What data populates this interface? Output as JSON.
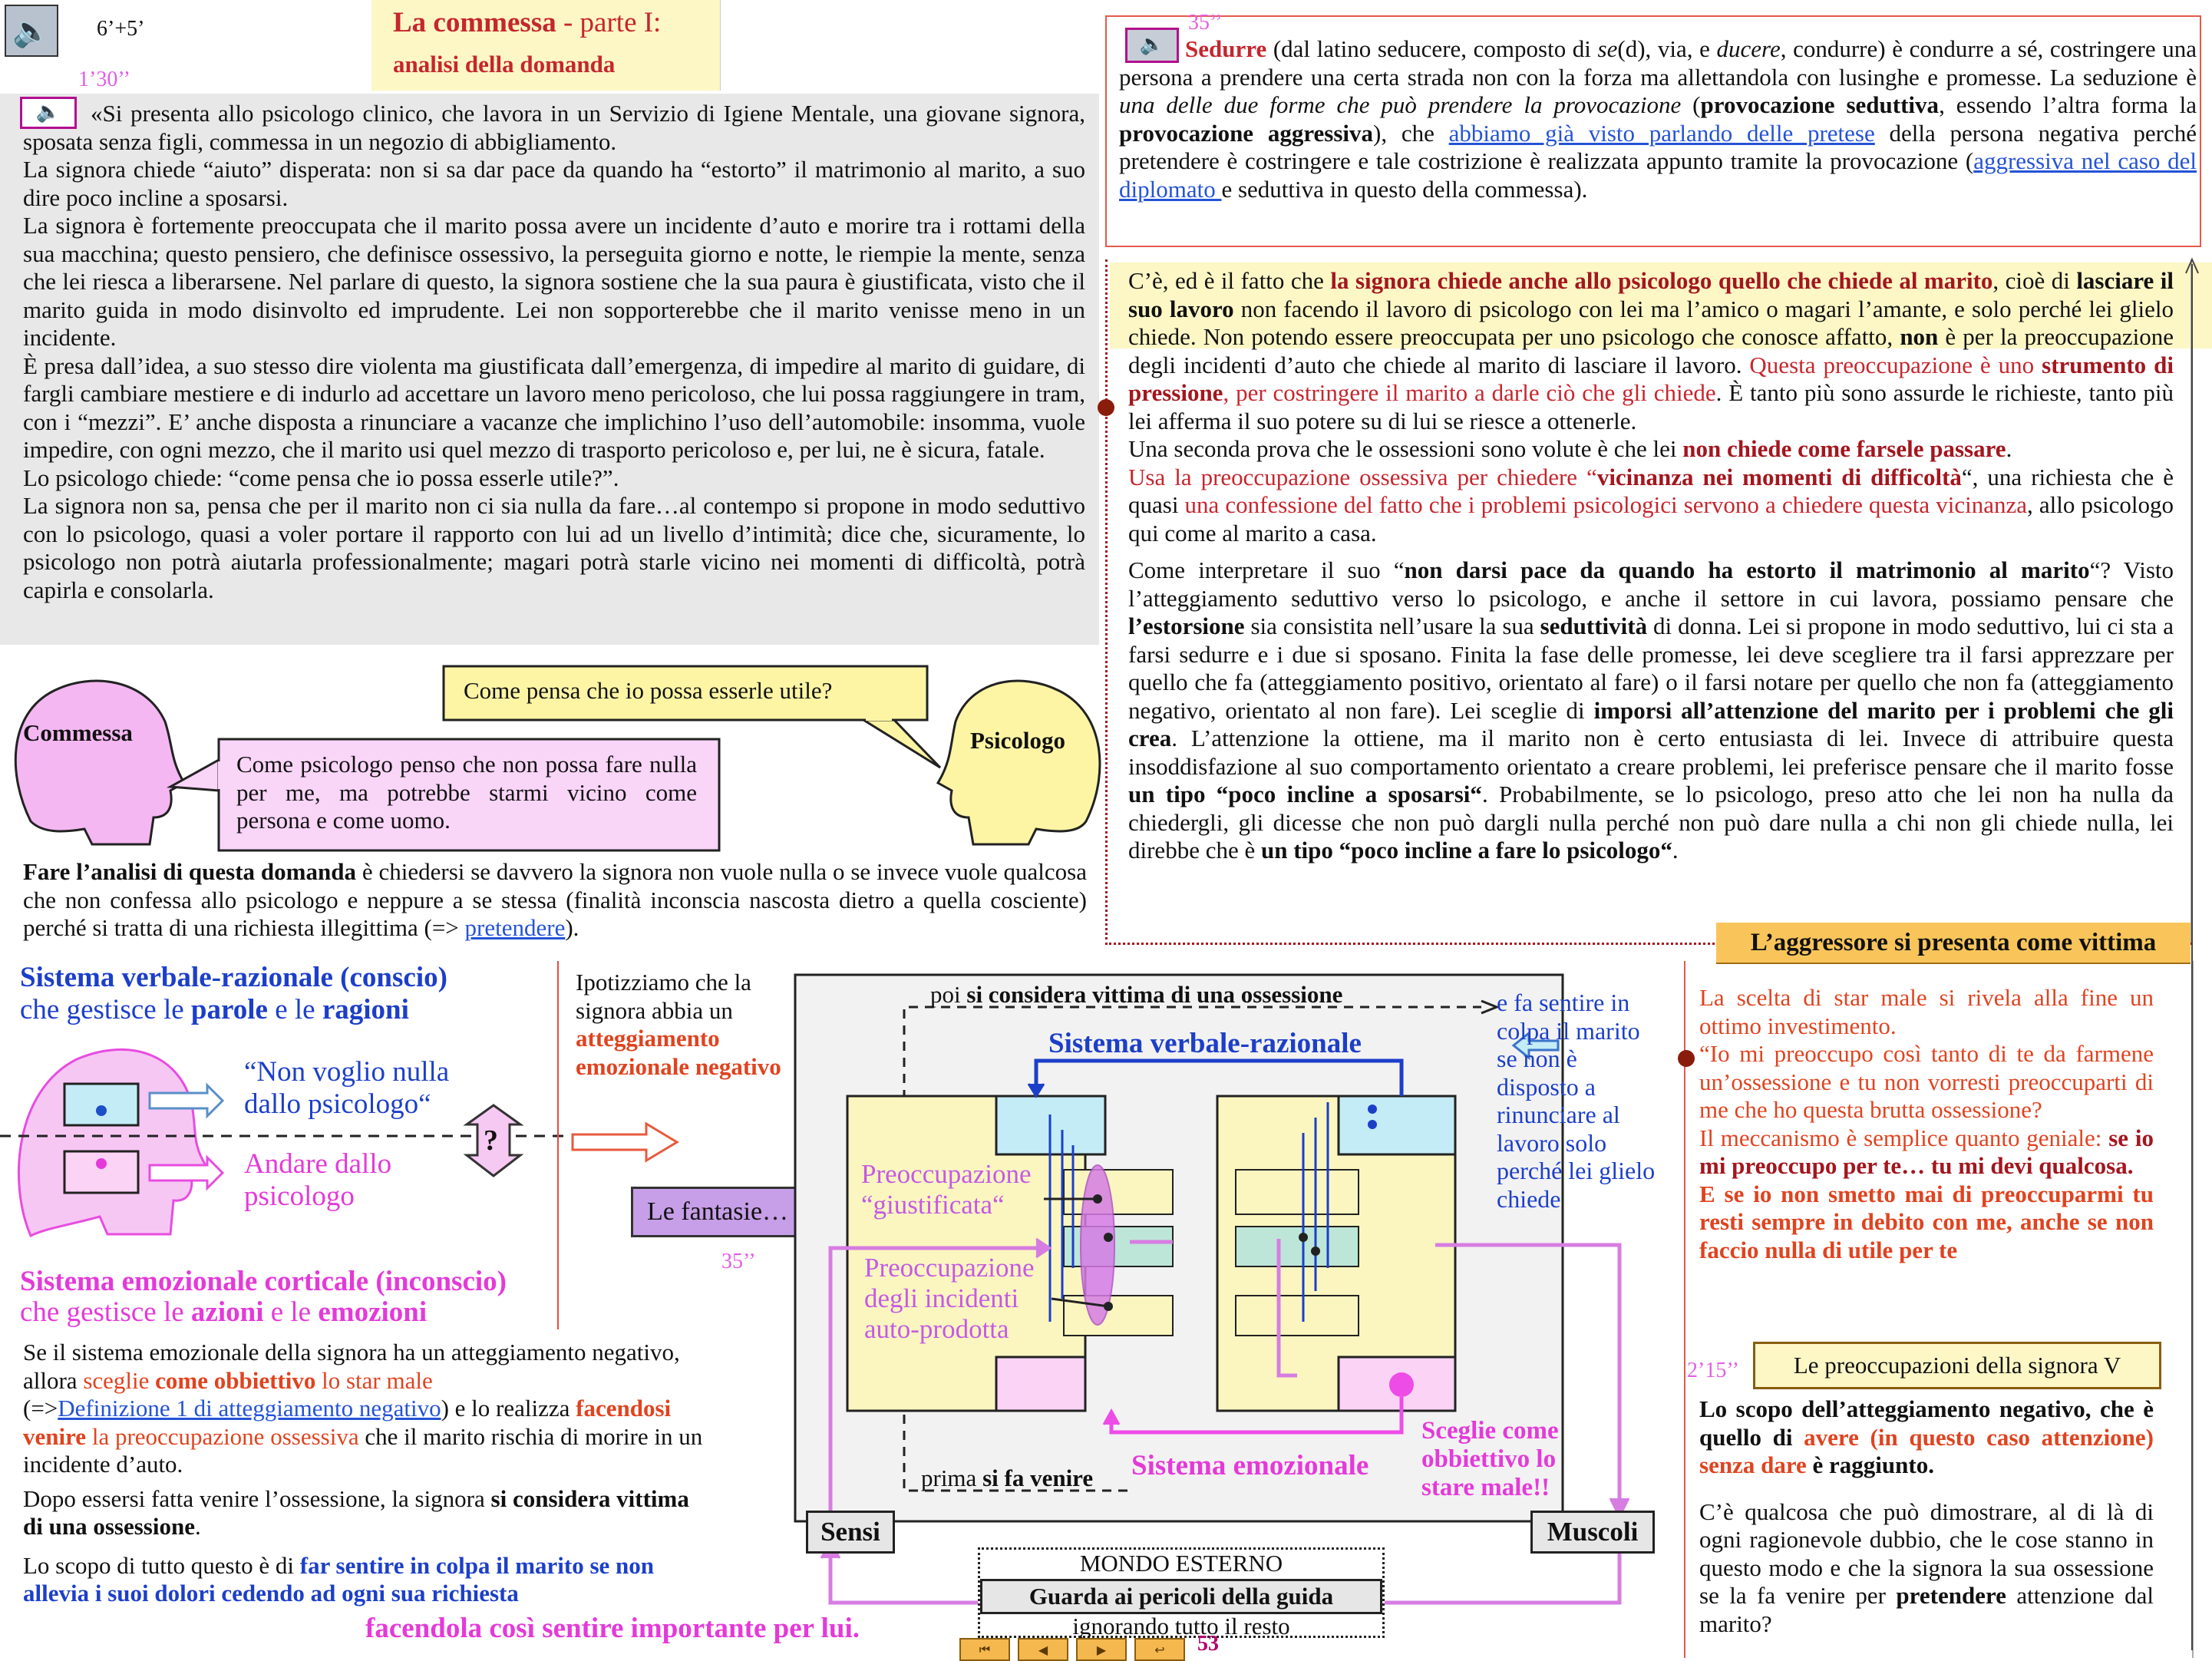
{
  "header": {
    "timing_top": "6’+5’",
    "timing_sub": "1’30’’",
    "title_main": "La commessa",
    "title_part": " - parte I:",
    "title_sub": "analisi della domanda",
    "speaker_icon": "speaker-icon"
  },
  "case_text": {
    "p1": "«Si presenta allo psicologo clinico, che lavora in un Servizio di Igiene Mentale, una giovane signora, sposata senza figli, commessa in un negozio di abbigliamento.",
    "p2": "La signora chiede “aiuto” disperata: non si sa dar pace da quando ha “estorto” il matrimonio al marito, a suo dire poco incline a sposarsi.",
    "p3": "La signora è fortemente preoccupata che il marito possa avere un incidente d’auto e morire tra i rottami della sua macchina; questo pensiero, che definisce ossessivo, la perseguita giorno e notte, le riempie la mente, senza che lei riesca a liberarsene. Nel parlare di questo, la signora sostiene che la sua paura è giustificata, visto che il marito guida in modo disinvolto ed imprudente. Lei non sopporterebbe che il marito venisse meno in un incidente.",
    "p4": "È presa dall’idea, a suo stesso dire violenta ma giustificata dall’emergenza, di impedire al marito di guidare, di fargli cambiare mestiere e di indurlo ad accettare un lavoro meno pericoloso, che lui possa raggiungere in tram, con i “mezzi”. E’ anche disposta a rinunciare a vacanze che implichino l’uso dell’automobile: insomma, vuole impedire, con ogni mezzo, che il marito usi quel mezzo di trasporto pericoloso e, per lui, ne è sicura, fatale.",
    "p5": "Lo psicologo chiede: “come pensa che io possa esserle utile?”.",
    "p6": "La signora non sa, pensa che per il marito non ci sia nulla da fare…al contempo si propone in modo seduttivo con lo psicologo, quasi a voler portare il rapporto con lui ad un livello d’intimità; dice che, sicuramente, lo psicologo non potrà aiutarla professionalmente; magari potrà starle vicino nei momenti di difficoltà, potrà capirla e consolarla."
  },
  "dialogue": {
    "commessa_label": "Commessa",
    "psicologo_label": "Psicologo",
    "psicologo_question": "Come pensa che io possa esserle utile?",
    "commessa_answer": "Come psicologo penso che non possa fare nulla per me,   ma  potrebbe  starmi vicino come persona    e come uomo."
  },
  "analysis": {
    "lead_bold": "Fare l’analisi di questa domanda",
    "text": " è chiedersi se davvero la signora non vuole nulla o se invece vuole qualcosa che non confessa allo psicologo e neppure a se stessa (finalità inconscia nascosta dietro a quella cosciente) perché si tratta di una richiesta illegittima (=> ",
    "link": "pretendere",
    "tail": ")."
  },
  "left_diagram": {
    "verbal_title": "Sistema verbale-razionale (conscio)",
    "verbal_sub_1": "che gestisce le ",
    "verbal_sub_b1": "parole",
    "verbal_sub_2": " e le ",
    "verbal_sub_b2": "ragioni",
    "quote_blue": "“Non voglio nulla dallo psicologo“",
    "quote_pink": "Andare dallo psicologo",
    "question_mark": "?",
    "emo_title": "Sistema emozionale corticale (inconscio)",
    "emo_sub_1": "che gestisce le ",
    "emo_sub_b1": "azioni",
    "emo_sub_2": " e le ",
    "emo_sub_b2": "emozioni"
  },
  "hypothesis": {
    "line1": "Ipotizziamo che la signora abbia un",
    "bold": "atteggiamento emozionale negativo"
  },
  "fantasie_label": "Le fantasie…",
  "timing_35_left": "35’’",
  "negative_text": {
    "l1": "Se il sistema emozionale della signora ha un atteggiamento negativo, allora ",
    "l1_red": "sceglie ",
    "l1_bold": "come obbiettivo",
    "l1_red2": " lo star male",
    "link": "Definizione 1 di atteggiamento negativo",
    "l2": "    e lo realizza ",
    "l2_bold": "facendosi venire",
    "l2_red": " la preoccupazione ossessiva",
    "l2_end": " che il marito rischia di morire in un incidente d’auto.",
    "p2_1": "Dopo essersi fatta venire l’ossessione, la signora ",
    "p2_b": "si considera vittima di una ossessione",
    "p2_end": ".",
    "p3_1": "Lo scopo di tutto questo è di ",
    "p3_b": "far sentire in colpa il marito se non allevia i suoi dolori cedendo ad ogni sua richiesta",
    "p3_pink": "facendola così sentire importante per lui."
  },
  "center_diagram": {
    "top_label_1": "poi ",
    "top_label_b": "si considera vittima di una ossessione",
    "verbal_label": "Sistema verbale-razionale",
    "preocc_just": "Preoccupazione “giustificata“",
    "preocc_auto": "Preoccupazione degli incidenti auto-prodotta",
    "bottom_label_1": "prima ",
    "bottom_label_b": "si fa venire",
    "emo_label": "Sistema emozionale",
    "sensi": "Sensi",
    "muscoli": "Muscoli",
    "sceglie": "Sceglie come obbiettivo lo stare male!!",
    "side_note": "e fa sentire in colpa il marito se non è disposto a rinunciare al lavoro solo perché lei glielo chiede",
    "mondo": "MONDO ESTERNO",
    "guarda": "Guarda ai pericoli della guida",
    "ignorando": "ignorando tutto il resto"
  },
  "seduction_box": {
    "timing": "35’’",
    "word": "Sedurre",
    "text": " (dal latino seducere, composto di ",
    "se": "se",
    "text2": "(d), via, e ",
    "ducere": "ducere",
    "text3": ", condurre) è condurre a sé, costringere una persona a prendere una certa strada non con la forza ma allettandola con lusinghe e promesse. La seduzione è ",
    "italic": "una delle due forme che può prendere la provocazione",
    "b1": "provocazione seduttiva",
    "mid": ", essendo l’altra forma la ",
    "b2": "provocazione aggressiva",
    "mid2": "), che ",
    "link1": "abbiamo già visto parlando delle pretese",
    "mid3": " della persona negativa perché pretendere è costringere e tale costrizione è realizzata appunto tramite la provocazione (",
    "link2": "aggressiva nel caso del diplomato ",
    "tail": "e seduttiva in questo della commessa)."
  },
  "right_analysis": {
    "p1_a": "C’è, ed è il fatto che ",
    "p1_red": "la signora chiede anche allo psicologo quello che chiede al marito",
    "p1_b": ", cioè di ",
    "p1_bold": "lasciare il suo lavoro",
    "p1_c": " non facendo il lavoro di psicologo con lei ma l’amico o magari l’amante, e solo perché lei glielo chiede. Non potendo essere preoccupata per uno psicologo che conosce affatto, ",
    "p1_non": "non",
    "p1_d": " è per la preoccupazione degli incidenti d’auto che chiede al marito di lasciare il lavoro. ",
    "p1_red2": "Questa preoccupazione è uno ",
    "p1_bred": "strumento di pressione",
    "p1_red3": ", per costringere il marito a darle ciò che gli chiede",
    "p1_e": ". È tanto più sono assurde le richieste, tanto più lei afferma il suo potere su di lui se riesce a ottenerle.",
    "p2_a": "Una seconda prova che le ossessioni sono volute è che lei ",
    "p2_bred": "non chiede come farsele passare",
    "p2_b": ".",
    "p3_red": "Usa la preoccupazione ossessiva per chiedere “",
    "p3_bred": "vicinanza nei momenti di difficoltà",
    "p3_a": "“, una richiesta che è quasi ",
    "p3_red2": "una confessione del fatto che i problemi psicologici servono a chiedere questa vicinanza",
    "p3_b": ", allo psicologo qui come al marito a casa.",
    "p4_a": "Come interpretare il suo “",
    "p4_b": "non darsi pace da quando ha estorto il matrimonio al marito",
    "p4_c": "“? Visto l’atteggiamento seduttivo verso lo psicologo, e anche il settore in cui lavora, possiamo pensare che ",
    "p4_bold1": "l’estorsione",
    "p4_d": " sia consistita nell’usare la sua ",
    "p4_bold2": "seduttività",
    "p4_e": " di donna.  Lei si propone in modo seduttivo, lui ci sta a farsi sedurre e i due si sposano.  Finita la fase delle promesse, lei deve scegliere tra il farsi apprezzare per quello che fa (atteggiamento positivo, orientato al fare) o il farsi notare per quello che non fa (atteggiamento negativo, orientato al non fare). Lei sceglie di ",
    "p4_bold3": "imporsi all’attenzione del marito per i problemi che gli crea",
    "p4_f": ".  L’attenzione    la ottiene, ma il marito non è certo entusiasta di lei.  Invece di attribuire questa insoddisfazione al suo comportamento orientato a creare problemi, lei preferisce pensare che il marito fosse ",
    "p4_bold4": "un tipo “poco incline a sposarsi“",
    "p4_g": ".   Probabilmente, se lo psicologo, preso atto che lei non ha nulla da chiedergli, gli dicesse che non può dargli nulla perché non può dare nulla a chi non gli chiede nulla, lei direbbe che è ",
    "p4_bold5": "un tipo “poco incline a fare lo psicologo“",
    "p4_h": "."
  },
  "victim": {
    "header": "L’aggressore si presenta come vittima",
    "p1": "La scelta di star male si rivela alla fine un ottimo investimento.",
    "p2": "“Io mi preoccupo così tanto di te da farmene un’ossessione e tu non vorresti preoccuparti di me che ho questa brutta ossessione?",
    "p3_a": "Il meccanismo è semplice quanto geniale: ",
    "p3_b": "se io mi preoccupo per te… tu mi devi qualcosa.",
    "p4": "E se io non smetto mai di preoccuparmi tu resti sempre in debito con me, anche se non faccio nulla di utile per te",
    "timing": "2’15’’",
    "next_box": "Le preoccupazioni  della signora V",
    "p5_a": "Lo scopo dell’atteggiamento negativo, che è quello di ",
    "p5_red": "avere (in questo caso attenzione) senza dare",
    "p5_b": " è raggiunto.",
    "p6_a": "C’è qualcosa che può dimostrare, al di là di ogni ragionevole dubbio, che le cose stanno in questo modo e che la signora la sua ossessione se la fa venire per ",
    "p6_b": "pretendere",
    "p6_c": " attenzione dal marito?"
  },
  "nav": {
    "page_number": "53",
    "buttons": [
      "first-icon",
      "prev-icon",
      "next-icon",
      "return-icon"
    ]
  }
}
